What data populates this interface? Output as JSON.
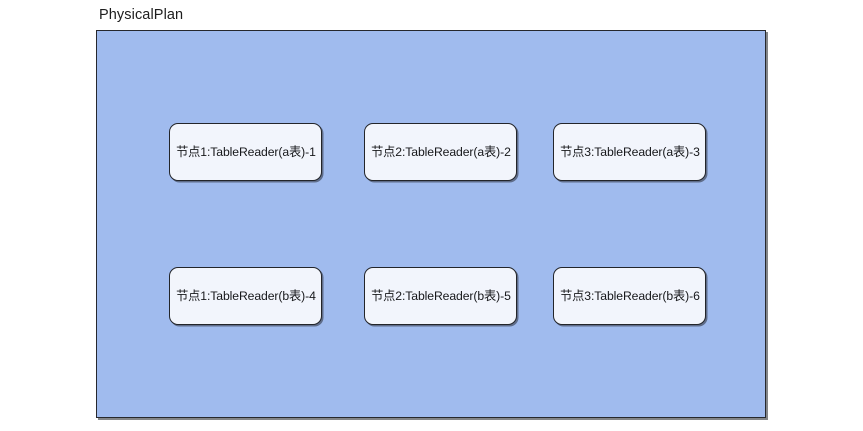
{
  "diagram": {
    "type": "grouped-node-diagram",
    "title": "PhysicalPlan",
    "container": {
      "fill_color": "#a0bbee",
      "border_color": "#26282d"
    },
    "node_style": {
      "fill_color": "#f2f5fc",
      "border_color": "#23252a",
      "text_color": "#17181b"
    },
    "rows": [
      {
        "id": "row-a-table",
        "nodes": [
          {
            "label": "节点1:TableReader(a表)-1"
          },
          {
            "label": "节点2:TableReader(a表)-2"
          },
          {
            "label": "节点3:TableReader(a表)-3"
          }
        ]
      },
      {
        "id": "row-b-table",
        "nodes": [
          {
            "label": "节点1:TableReader(b表)-4"
          },
          {
            "label": "节点2:TableReader(b表)-5"
          },
          {
            "label": "节点3:TableReader(b表)-6"
          }
        ]
      }
    ]
  }
}
